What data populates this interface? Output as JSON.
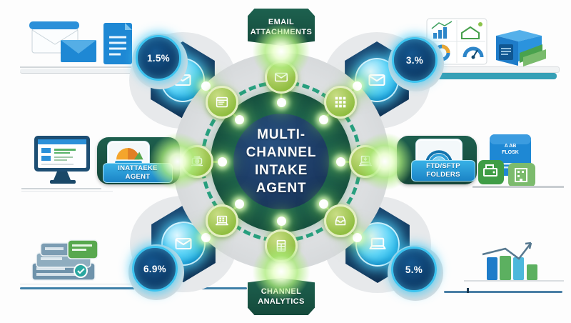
{
  "diagram": {
    "title": "Multi-Channel Intake Agent hub diagram",
    "center_label": "MULTI-\nCHANNEL\nINTAKE\nAGENT",
    "tabs": {
      "top": "EMAIL\nATTACHMENTS",
      "bottom": "CHANNEL\nANALYTICS",
      "left": {
        "icon": "gauge-chart-icon",
        "label": "INATTAEKE\nAGENT"
      },
      "right": {
        "icon": "arch-gauge-icon",
        "label": "FTD/SFTP\nFOLDERS"
      }
    },
    "badges": [
      {
        "id": "top-left",
        "value": "1.5%"
      },
      {
        "id": "top-right",
        "value": "3.%"
      },
      {
        "id": "bottom-left",
        "value": "6.9%"
      },
      {
        "id": "bottom-right",
        "value": "5.%"
      }
    ],
    "ring_nodes": [
      {
        "position": "top",
        "icon": "envelope-icon"
      },
      {
        "position": "top-right",
        "icon": "keypad-grid-icon"
      },
      {
        "position": "right",
        "icon": "laptop-download-icon"
      },
      {
        "position": "bottom-right",
        "icon": "inbox-tray-icon"
      },
      {
        "position": "bottom",
        "icon": "spreadsheet-icon"
      },
      {
        "position": "bottom-left",
        "icon": "laptop-grid-icon"
      },
      {
        "position": "left",
        "icon": "scanner-icon"
      },
      {
        "position": "top-left",
        "icon": "browser-window-icon"
      }
    ],
    "hex_nodes": [
      {
        "position": "top-left",
        "icon": "envelope-icon"
      },
      {
        "position": "top-right",
        "icon": "envelope-icon"
      },
      {
        "position": "bottom-left",
        "icon": "envelope-icon"
      },
      {
        "position": "bottom-right",
        "icon": "laptop-icon"
      }
    ],
    "side_art": {
      "top_left": [
        "open-envelope",
        "envelope",
        "document"
      ],
      "top_right": [
        "charts-card",
        "3d-cubes"
      ],
      "middle_left": [
        "desktop-monitor"
      ],
      "middle_right": [
        "folder-document",
        "printer-tile",
        "building-tile"
      ],
      "bottom_left": [
        "ledger-stack",
        "check-badge"
      ],
      "bottom_right": [
        "bar-chart-trend"
      ],
      "folder_label": "A AB\nFLOSK"
    },
    "colors": {
      "hub_navy": "#1c3a63",
      "ring_green": "#175140",
      "node_green": "#8fbd3f",
      "hex_navy": "#123a60",
      "glow_cyan": "#3cc3ef",
      "tab_green": "#1a5a49",
      "accent_blue": "#1e88d4",
      "dashed_teal": "#1f9e7c"
    }
  }
}
